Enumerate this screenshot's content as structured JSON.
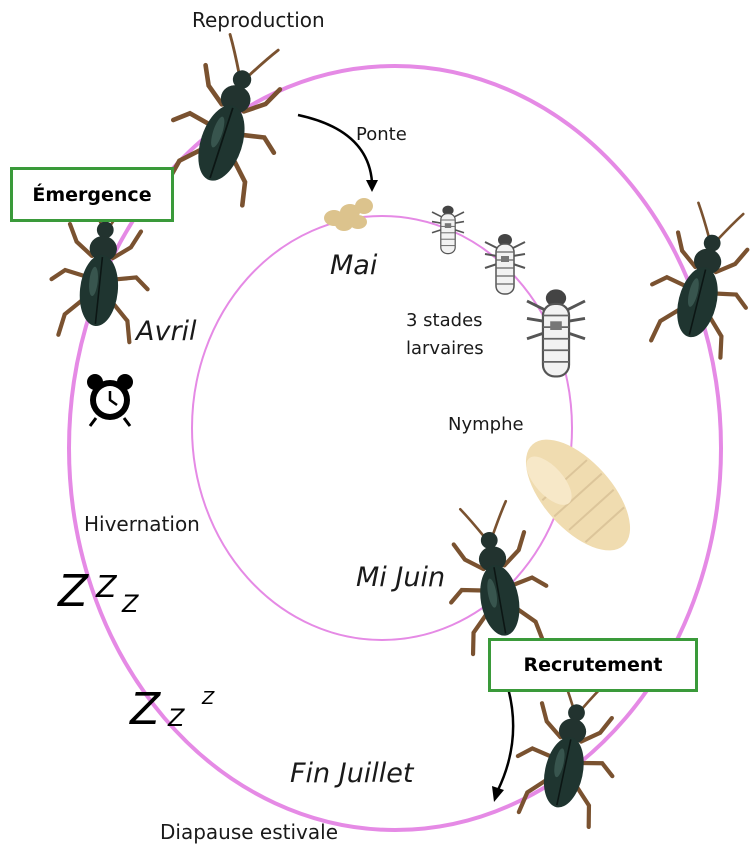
{
  "labels": {
    "reproduction": "Reproduction",
    "ponte": "Ponte",
    "emergence": "Émergence",
    "mai": "Mai",
    "avril": "Avril",
    "stades_line1": "3 stades",
    "stades_line2": "larvaires",
    "nymphe": "Nymphe",
    "hivernation": "Hivernation",
    "mi_juin": "Mi Juin",
    "recrutement": "Recrutement",
    "fin_juillet": "Fin Juillet",
    "diapause": "Diapause estivale"
  },
  "sleep_glyphs": [
    "Z",
    "Z",
    "Z",
    "Z",
    "Z",
    "Z"
  ],
  "colors": {
    "cycle_ring": "#e58ae5",
    "box_border": "#3a9a3a",
    "beetle_body": "#1f3530",
    "beetle_legs": "#7a5230",
    "eggs": "#dcc38d",
    "pupa": "#f0dcb0"
  },
  "icons": [
    "beetle-icon",
    "alarm-clock-icon",
    "egg-cluster-icon",
    "larva-icon",
    "pupa-icon",
    "arrow-icon"
  ]
}
